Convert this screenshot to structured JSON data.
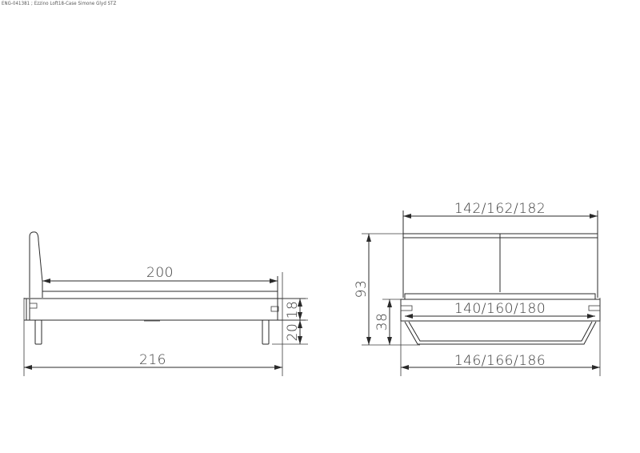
{
  "header": {
    "title": "ENG-041381 ; Ezzino Loft18-Case Simone Glyd STZ"
  },
  "colors": {
    "line": "#2a2a2a",
    "text": "#3a3a3a",
    "background": "#ffffff"
  },
  "side_view": {
    "name": "side-view",
    "dimensions": {
      "inner_length": "200",
      "total_length": "216",
      "frame_height": "18",
      "leg_height": "20"
    }
  },
  "front_view": {
    "name": "front-view",
    "dimensions": {
      "headboard_width": "142/162/182",
      "mattress_width": "140/160/180",
      "total_width": "146/166/186",
      "total_height": "93",
      "frame_height": "38"
    }
  }
}
